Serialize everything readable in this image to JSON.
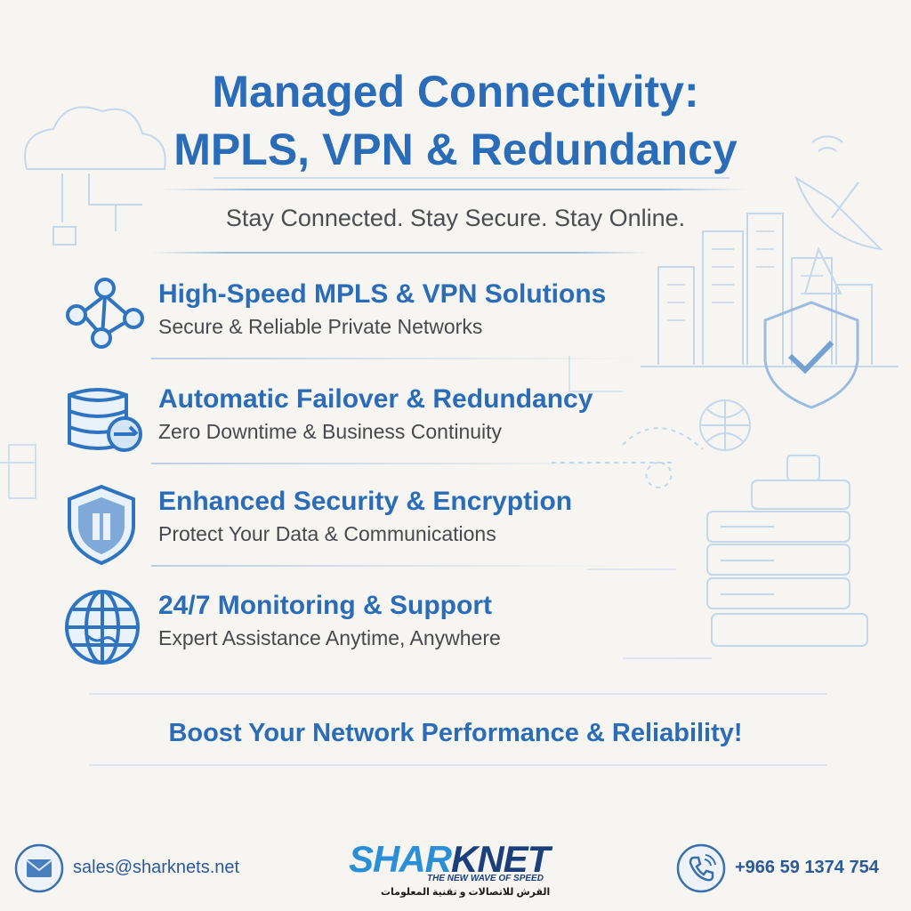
{
  "title": {
    "line1": "Managed Connectivity:",
    "line2": "MPLS, VPN & Redundancy"
  },
  "tagline": "Stay Connected. Stay Secure. Stay Online.",
  "features": [
    {
      "icon": "network-nodes-icon",
      "heading": "High-Speed MPLS & VPN Solutions",
      "subtext": "Secure & Reliable Private Networks"
    },
    {
      "icon": "database-failover-icon",
      "heading": "Automatic Failover & Redundancy",
      "subtext": "Zero Downtime & Business Continuity"
    },
    {
      "icon": "shield-icon",
      "heading": "Enhanced Security & Encryption",
      "subtext": "Protect Your Data & Communications"
    },
    {
      "icon": "globe-icon",
      "heading": "24/7 Monitoring & Support",
      "subtext": "Expert Assistance Anytime, Anywhere"
    }
  ],
  "cta": "Boost Your Network Performance & Reliability!",
  "footer": {
    "email": "sales@sharknets.net",
    "phone": "+966 59 1374 754",
    "logo": {
      "name_part1": "SHAR",
      "name_part2": "KNET",
      "tagline": "THE NEW WAVE OF SPEED",
      "arabic": "القرش للاتصالات و تقنية المعلومات"
    }
  },
  "colors": {
    "accent": "#2a6cb8",
    "text_gray": "#46494e",
    "background": "#f6f5f1"
  }
}
